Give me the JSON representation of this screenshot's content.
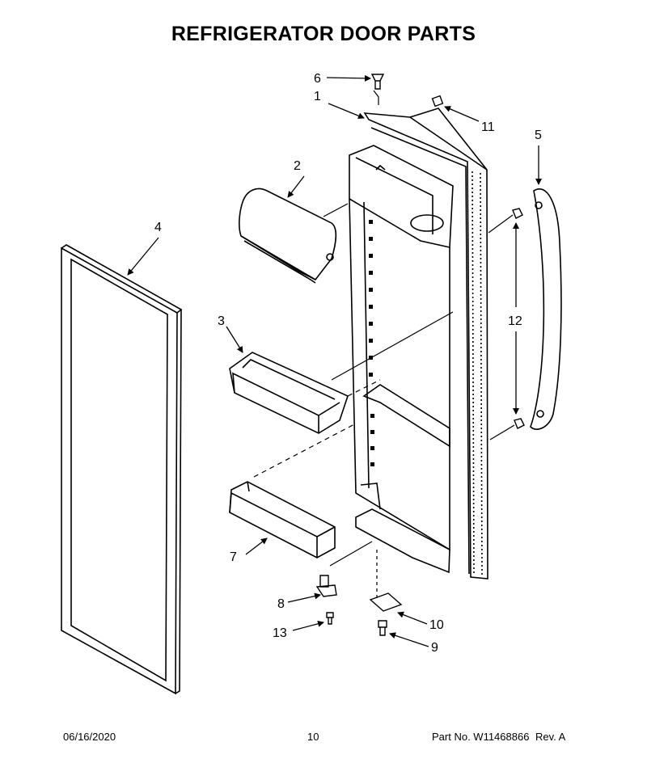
{
  "title": "REFRIGERATOR DOOR PARTS",
  "footer": {
    "date": "06/16/2020",
    "page": "10",
    "part_number": "Part No.  W11468866",
    "revision": "Rev.  A"
  },
  "callouts": {
    "c1": "1",
    "c2": "2",
    "c3": "3",
    "c4": "4",
    "c5": "5",
    "c6": "6",
    "c7": "7",
    "c8": "8",
    "c9": "9",
    "c10": "10",
    "c11": "11",
    "c12": "12",
    "c13": "13"
  }
}
